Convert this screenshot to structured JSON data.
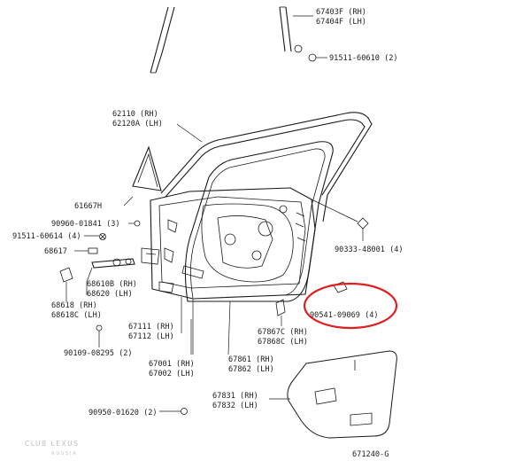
{
  "callouts": [
    {
      "id": "c-67403f",
      "text": "67403F (RH)"
    },
    {
      "id": "c-67404f",
      "text": "67404F (LH)"
    },
    {
      "id": "c-91511-60610",
      "text": "91511-60610 (2)"
    },
    {
      "id": "c-62110",
      "text": "62110  (RH)"
    },
    {
      "id": "c-62120a",
      "text": "62120A (LH)"
    },
    {
      "id": "c-61667h",
      "text": "61667H"
    },
    {
      "id": "c-90960-01841",
      "text": "90960-01841 (3)"
    },
    {
      "id": "c-91511-60614",
      "text": "91511-60614 (4)"
    },
    {
      "id": "c-68617",
      "text": "68617"
    },
    {
      "id": "c-68610b",
      "text": "68610B (RH)"
    },
    {
      "id": "c-68620",
      "text": "68620  (LH)"
    },
    {
      "id": "c-68618",
      "text": "68618  (RH)"
    },
    {
      "id": "c-68618c",
      "text": "68618C (LH)"
    },
    {
      "id": "c-90109-08295",
      "text": "90109-08295 (2)"
    },
    {
      "id": "c-67111",
      "text": "67111 (RH)"
    },
    {
      "id": "c-67112",
      "text": "67112 (LH)"
    },
    {
      "id": "c-67001",
      "text": "67001 (RH)"
    },
    {
      "id": "c-67002",
      "text": "67002 (LH)"
    },
    {
      "id": "c-67867c",
      "text": "67867C (RH)"
    },
    {
      "id": "c-67868c",
      "text": "67868C (LH)"
    },
    {
      "id": "c-67861",
      "text": "67861 (RH)"
    },
    {
      "id": "c-67862",
      "text": "67862 (LH)"
    },
    {
      "id": "c-90333-48001",
      "text": "90333-48001 (4)"
    },
    {
      "id": "c-90541-09069",
      "text": "90541-09069 (4)"
    },
    {
      "id": "c-67831",
      "text": "67831 (RH)"
    },
    {
      "id": "c-67832",
      "text": "67832 (LH)"
    },
    {
      "id": "c-90950-01620",
      "text": "90950-01620 (2)"
    },
    {
      "id": "c-671240g",
      "text": "671240-G"
    }
  ],
  "highlight": {
    "color": "#e02020",
    "target": "90541-09069 (4)"
  },
  "watermark": {
    "line1": "CLUB LEXUS",
    "line2": "RUSSIA"
  }
}
